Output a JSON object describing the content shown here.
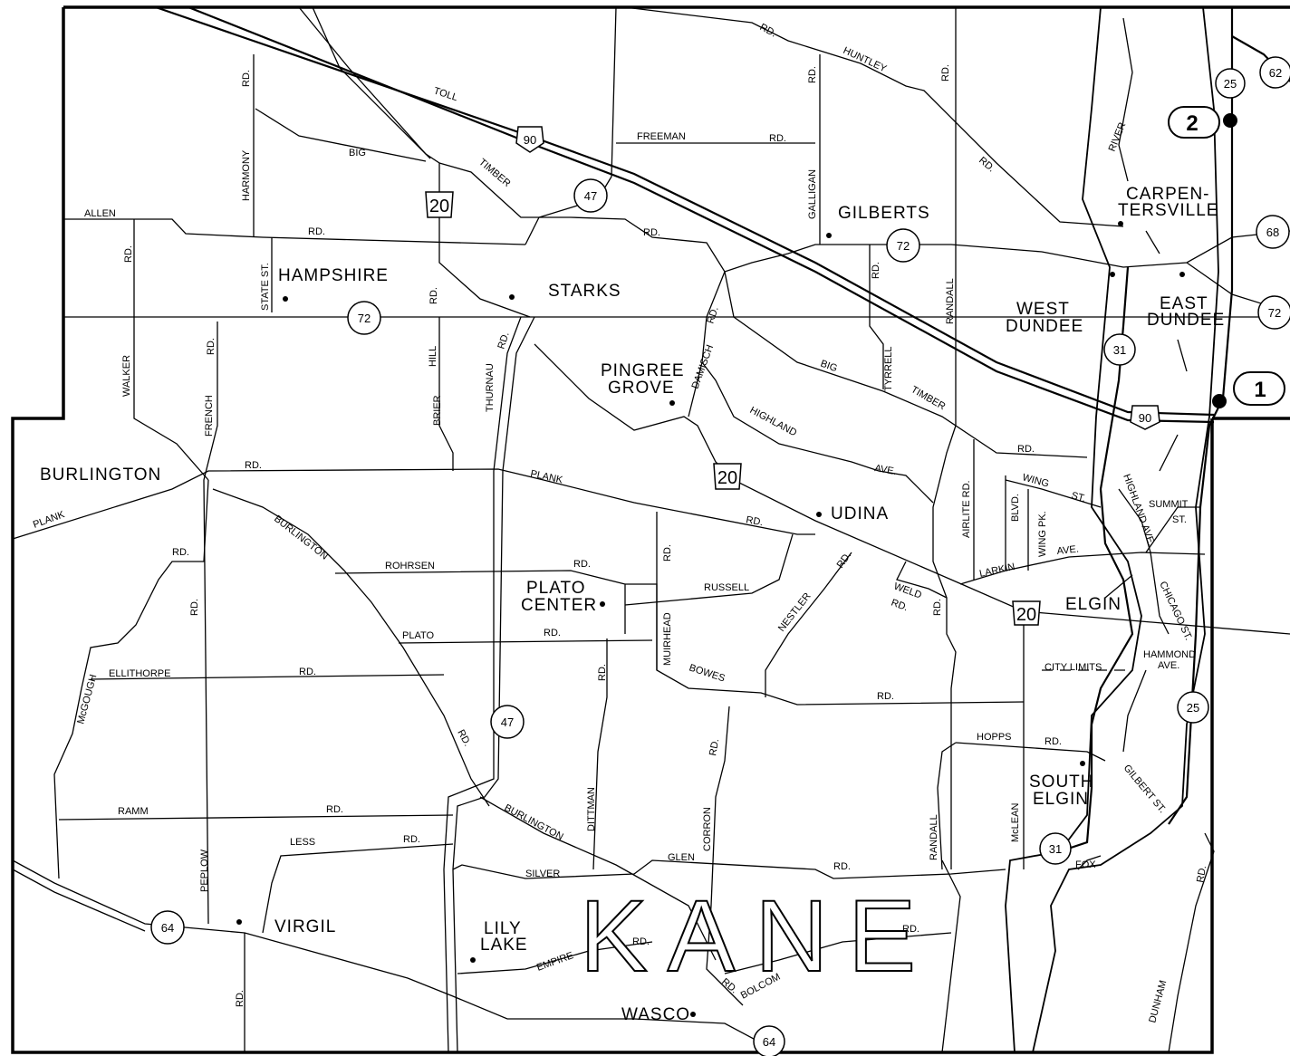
{
  "county": "KANE",
  "towns": {
    "burlington": "BURLINGTON",
    "hampshire": "HAMPSHIRE",
    "starks": "STARKS",
    "gilberts": "GILBERTS",
    "pingree1": "PINGREE",
    "pingree2": "GROVE",
    "carp1": "CARPEN-",
    "carp2": "TERSVILLE",
    "wd1": "WEST",
    "wd2": "DUNDEE",
    "ed1": "EAST",
    "ed2": "DUNDEE",
    "udina": "UDINA",
    "elgin": "ELGIN",
    "plato1": "PLATO",
    "plato2": "CENTER",
    "se1": "SOUTH",
    "se2": "ELGIN",
    "virgil": "VIRGIL",
    "lily1": "LILY",
    "lily2": "LAKE",
    "wasco": "WASCO"
  },
  "roads": {
    "toll": "TOLL",
    "big": "BIG",
    "timber": "TIMBER",
    "allen": "ALLEN",
    "rd": "RD.",
    "harmony": "HARMONY",
    "state_st": "STATE ST.",
    "freeman": "FREEMAN",
    "huntley": "HUNTLEY",
    "galligan": "GALLIGAN",
    "river": "RIVER",
    "randall": "RANDALL",
    "walker": "WALKER",
    "french": "FRENCH",
    "brier": "BRIER",
    "hill": "HILL",
    "thurnau": "THURNAU",
    "damisch": "DAMISCH",
    "tyrrell": "TYRRELL",
    "highland": "HIGHLAND",
    "ave": "AVE.",
    "plank": "PLANK",
    "burlington": "BURLINGTON",
    "airlite": "AIRLITE RD.",
    "wing": "WING",
    "st": "ST.",
    "blvd": "BLVD.",
    "wing_pk": "WING PK.",
    "highland_ave": "HIGHLAND AVE.",
    "summit": "SUMMIT",
    "rohrsen": "ROHRSEN",
    "russell": "RUSSELL",
    "nestler": "NESTLER",
    "weld": "WELD",
    "larkin": "LARKIN",
    "chicago_st": "CHICAGO ST.",
    "plato": "PLATO",
    "muirhead": "MUIRHEAD",
    "bowes": "BOWES",
    "ellithorpe": "ELLITHORPE",
    "mcgough": "McGOUGH",
    "city_limits": "CITY LIMITS",
    "hammond": "HAMMOND",
    "hopps": "HOPPS",
    "gilbert_st": "GILBERT ST.",
    "ramm": "RAMM",
    "dittman": "DITTMAN",
    "corron": "CORRON",
    "mclean": "McLEAN",
    "less": "LESS",
    "peplow": "PEPLOW",
    "silver": "SILVER",
    "glen": "GLEN",
    "fox": "FOX",
    "empire": "EMPIRE",
    "bolcom": "BOLCOM",
    "dunham": "DUNHAM"
  },
  "shields": {
    "i90": "90",
    "us20": "20",
    "il47": "47",
    "il72": "72",
    "il25": "25",
    "il62": "62",
    "il68": "68",
    "il31": "31",
    "il64": "64"
  },
  "markers": {
    "m1": "1",
    "m2": "2"
  }
}
